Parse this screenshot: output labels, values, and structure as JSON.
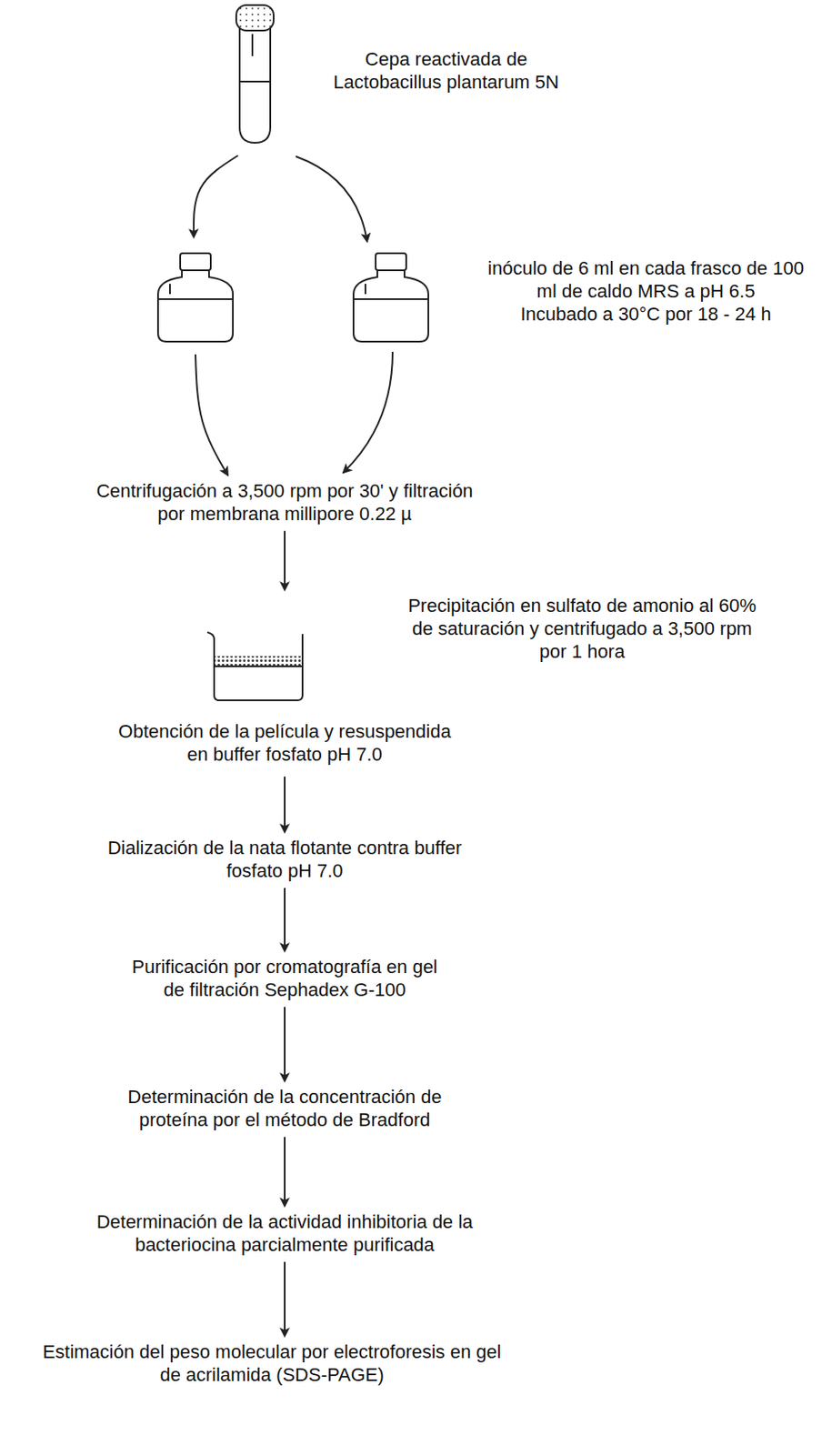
{
  "diagram": {
    "nodes": [
      {
        "text": [
          "Cepa reactivada de Lactobacillus plantarum 5N"
        ]
      },
      {
        "text": [
          "inóculo de 6 ml en cada frasco de 100 ml de caldo MRS a pH 6.5",
          "Incubado a 30°C por 18 - 24 h"
        ]
      },
      {
        "text": [
          "Centrifugación a 3,500 rpm por 30' y filtración por membrana millipore 0.22 µ"
        ]
      },
      {
        "text": [
          "Precipitación en sulfato de amonio al 60% de saturación y centrifugado a 3,500 rpm por 1 hora",
          "Obtención de la película y resuspendida en buffer fosfato pH 7.0"
        ]
      },
      {
        "text": [
          "Dialización de la nata flotante contra buffer fosfato pH 7.0"
        ]
      },
      {
        "text": [
          "Purificación por cromatografía en gel de filtración Sephadex G-100"
        ]
      },
      {
        "text": [
          "Determinación de la concentración de proteína por el método de Bradford"
        ]
      },
      {
        "text": [
          "Determinación de la actividad inhibitoria de la bacteriocina parcialmente purificada"
        ]
      },
      {
        "text": [
          "Estimación del peso molecular por electroforesis en gel de acrilamida (SDS-PAGE)"
        ]
      }
    ],
    "edges": [
      {
        "from": 0,
        "to": 1,
        "arrow": "to"
      },
      {
        "from": 1,
        "to": 2,
        "arrow": "to"
      },
      {
        "from": 2,
        "to": 3,
        "arrow": "to"
      },
      {
        "from": 3,
        "to": 4,
        "arrow": "to"
      },
      {
        "from": 4,
        "to": 5,
        "arrow": "to"
      },
      {
        "from": 5,
        "to": 6,
        "arrow": "to"
      },
      {
        "from": 6,
        "to": 7,
        "arrow": "to"
      },
      {
        "from": 7,
        "to": 8,
        "arrow": "to"
      }
    ]
  }
}
